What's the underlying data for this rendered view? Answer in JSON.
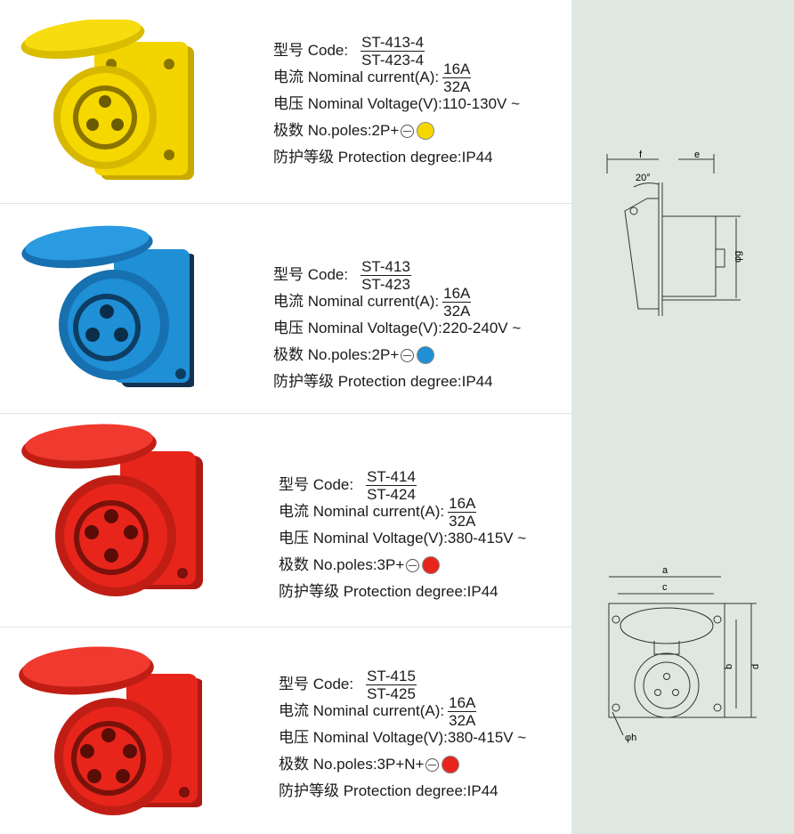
{
  "products": [
    {
      "code_label": "型号 Code:",
      "codes": [
        "ST-413-4",
        "ST-423-4"
      ],
      "current_label": "电流  Nominal current(A):",
      "currents": [
        "16A",
        "32A"
      ],
      "voltage": "电压  Nominal Voltage(V):110-130V ~",
      "poles_label": "极数  No.poles:2P+",
      "protection": "防护等级 Protection degree:IP44",
      "color": "#f5d800"
    },
    {
      "code_label": "型号 Code:",
      "codes": [
        "ST-413",
        "ST-423"
      ],
      "current_label": "电流  Nominal current(A):",
      "currents": [
        "16A",
        "32A"
      ],
      "voltage": "电压  Nominal Voltage(V):220-240V ~",
      "poles_label": "极数  No.poles:2P+",
      "protection": "防护等级 Protection degree:IP44",
      "color": "#1f8fd6"
    },
    {
      "code_label": "型号 Code:",
      "codes": [
        "ST-414",
        "ST-424"
      ],
      "current_label": "电流  Nominal current(A):",
      "currents": [
        "16A",
        "32A"
      ],
      "voltage": "电压  Nominal Voltage(V):380-415V ~",
      "poles_label": "极数  No.poles:3P+",
      "protection": "防护等级 Protection degree:IP44",
      "color": "#e8251b"
    },
    {
      "code_label": "型号 Code:",
      "codes": [
        "ST-415",
        "ST-425"
      ],
      "current_label": "电流  Nominal current(A):",
      "currents": [
        "16A",
        "32A"
      ],
      "voltage": "电压  Nominal Voltage(V):380-415V ~",
      "poles_label": "极数  No.poles:3P+N+",
      "protection": "防护等级 Protection degree:IP44",
      "color": "#e8251b"
    }
  ],
  "diagram": {
    "side_labels": {
      "f": "f",
      "e": "e",
      "angle": "20°",
      "g": "φg"
    },
    "front_labels": {
      "a": "a",
      "c": "c",
      "b": "b",
      "d": "d",
      "h": "φh"
    }
  }
}
